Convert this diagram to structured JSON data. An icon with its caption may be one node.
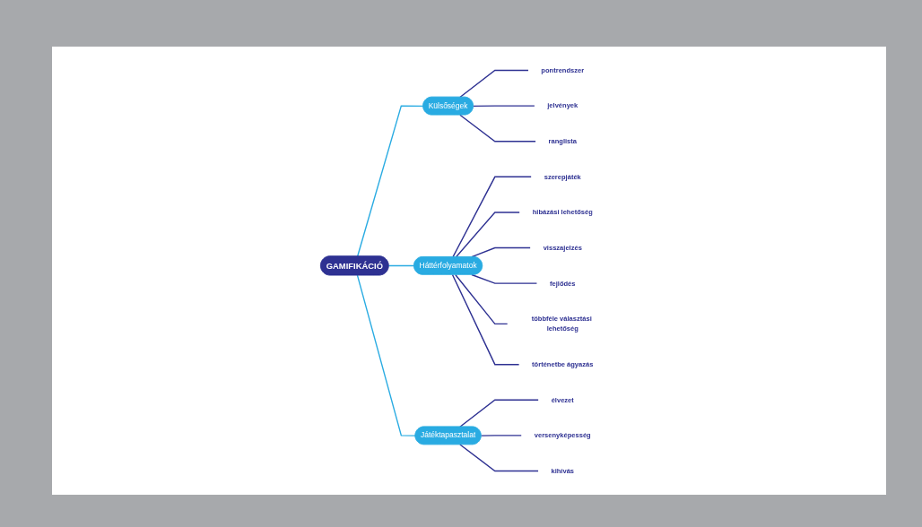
{
  "diagram": {
    "nodes": [
      {
        "text": [
          "GAMIFIKÁCIÓ"
        ]
      },
      {
        "text": [
          "Külsőségek"
        ]
      },
      {
        "text": [
          "Háttérfolyamatok"
        ]
      },
      {
        "text": [
          "Játéktapasztalat"
        ]
      },
      {
        "text": [
          "pontrendszer"
        ]
      },
      {
        "text": [
          "jelvények"
        ]
      },
      {
        "text": [
          "ranglista"
        ]
      },
      {
        "text": [
          "szerepjáték"
        ]
      },
      {
        "text": [
          "hibázási lehetőség"
        ]
      },
      {
        "text": [
          "visszajelzés"
        ]
      },
      {
        "text": [
          "fejlődés"
        ]
      },
      {
        "text": [
          "többféle választási lehetőség"
        ]
      },
      {
        "text": [
          "történetbe ágyazás"
        ]
      },
      {
        "text": [
          "élvezet"
        ]
      },
      {
        "text": [
          "versenyképesség"
        ]
      },
      {
        "text": [
          "kihívás"
        ]
      }
    ],
    "edges": [
      {
        "from": 0,
        "to": 1,
        "arrow": "none",
        "color": "#29abe2"
      },
      {
        "from": 0,
        "to": 2,
        "arrow": "none",
        "color": "#29abe2"
      },
      {
        "from": 0,
        "to": 3,
        "arrow": "none",
        "color": "#29abe2"
      },
      {
        "from": 1,
        "to": 4,
        "arrow": "none"
      },
      {
        "from": 1,
        "to": 5,
        "arrow": "none"
      },
      {
        "from": 1,
        "to": 6,
        "arrow": "none"
      },
      {
        "from": 2,
        "to": 7,
        "arrow": "none"
      },
      {
        "from": 2,
        "to": 8,
        "arrow": "none"
      },
      {
        "from": 2,
        "to": 9,
        "arrow": "none"
      },
      {
        "from": 2,
        "to": 10,
        "arrow": "none"
      },
      {
        "from": 2,
        "to": 11,
        "arrow": "none"
      },
      {
        "from": 2,
        "to": 12,
        "arrow": "none"
      },
      {
        "from": 3,
        "to": 13,
        "arrow": "none"
      },
      {
        "from": 3,
        "to": 14,
        "arrow": "none"
      },
      {
        "from": 3,
        "to": 15,
        "arrow": "none"
      }
    ]
  }
}
